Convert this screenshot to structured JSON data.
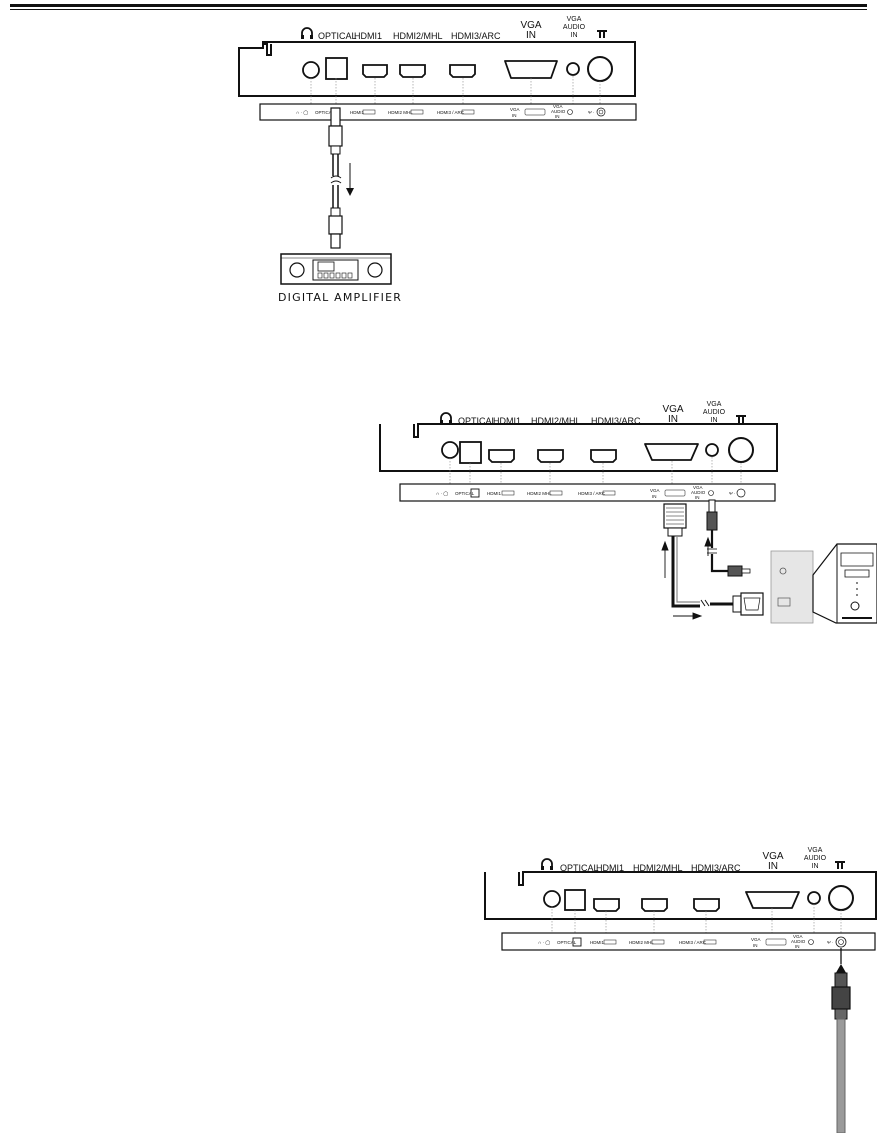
{
  "panel_labels": {
    "optical": "OPTICAL",
    "hdmi1": "HDMI1",
    "hdmi2": "HDMI2/MHL",
    "hdmi3": "HDMI3/ARC",
    "vga_l1": "VGA",
    "vga_l2": "IN",
    "vga_audio_l1": "VGA",
    "vga_audio_l2": "AUDIO",
    "vga_audio_l3": "IN"
  },
  "strip_labels": {
    "optical": "OPTICAL",
    "hdmi1": "HDMI1",
    "hdmi2": "HDMI2 MHL",
    "hdmi3": "HDMI3 / ARC",
    "vga_l1": "VGA",
    "vga_l2": "IN",
    "vga_audio_l1": "VGA",
    "vga_audio_l2": "AUDIO",
    "vga_audio_l3": "IN"
  },
  "diagram1": {
    "device_caption": "DIGITAL AMPLIFIER"
  },
  "colors": {
    "line": "#111111",
    "cable_gray": "#8a8a8a",
    "pc_gray": "#e6e6e6"
  },
  "icons": [
    "headphone-icon",
    "antenna-icon",
    "optical-jack",
    "hdmi-port",
    "vga-port",
    "audio-jack",
    "coax-port"
  ]
}
